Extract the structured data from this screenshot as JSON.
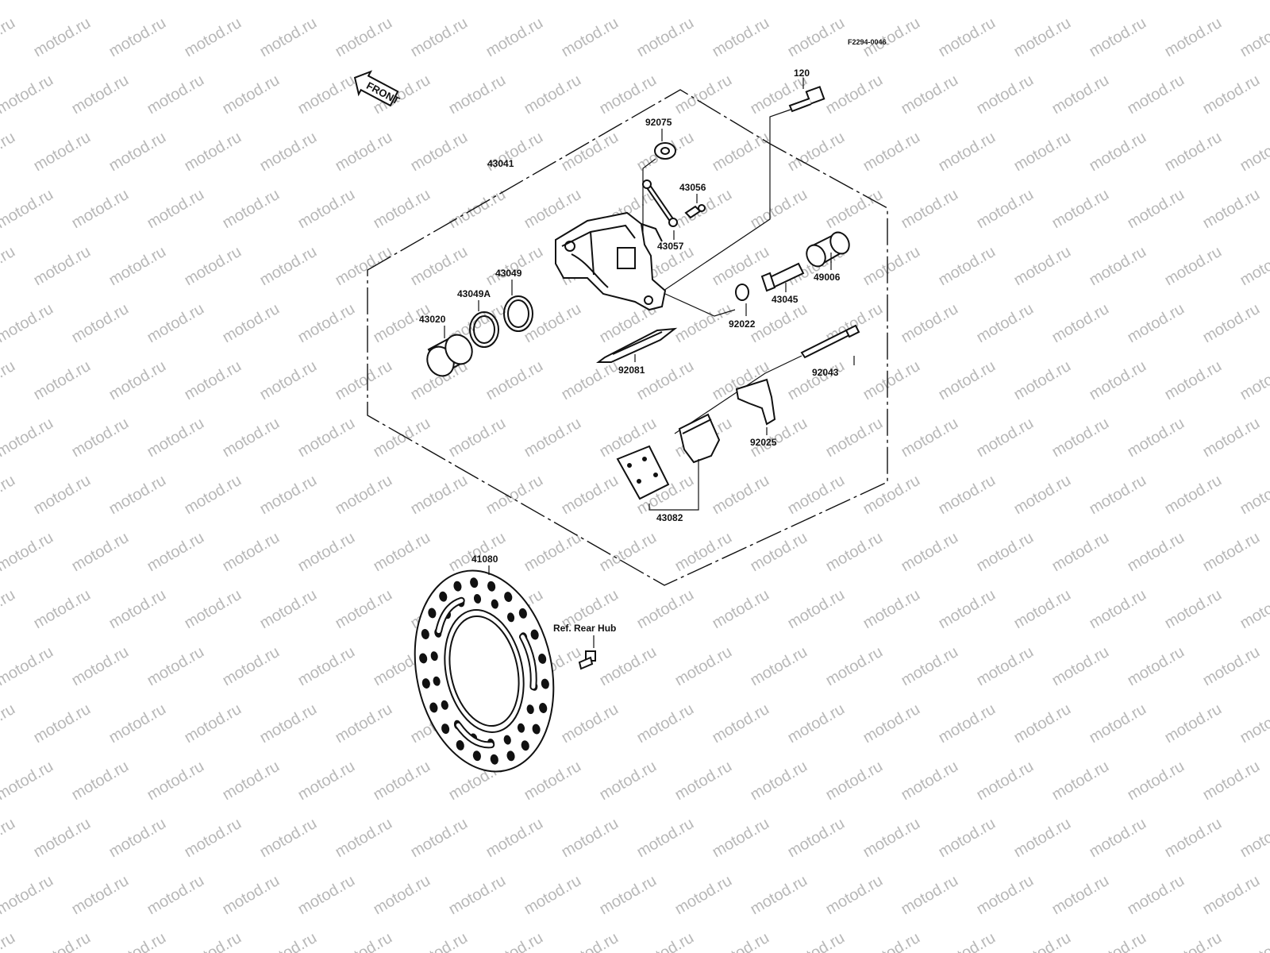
{
  "figure_code": "F2294-0046",
  "direction_label": "FRONT",
  "reference_label": "Ref. Rear Hub",
  "watermark_text": "motod.ru",
  "part_labels": {
    "p120": "120",
    "p92075": "92075",
    "p43041": "43041",
    "p43056": "43056",
    "p43057": "43057",
    "p43049": "43049",
    "p43049A": "43049A",
    "p43020": "43020",
    "p49006": "49006",
    "p43045": "43045",
    "p92022": "92022",
    "p92081": "92081",
    "p92043": "92043",
    "p92025": "92025",
    "p43082": "43082",
    "p41080": "41080"
  }
}
